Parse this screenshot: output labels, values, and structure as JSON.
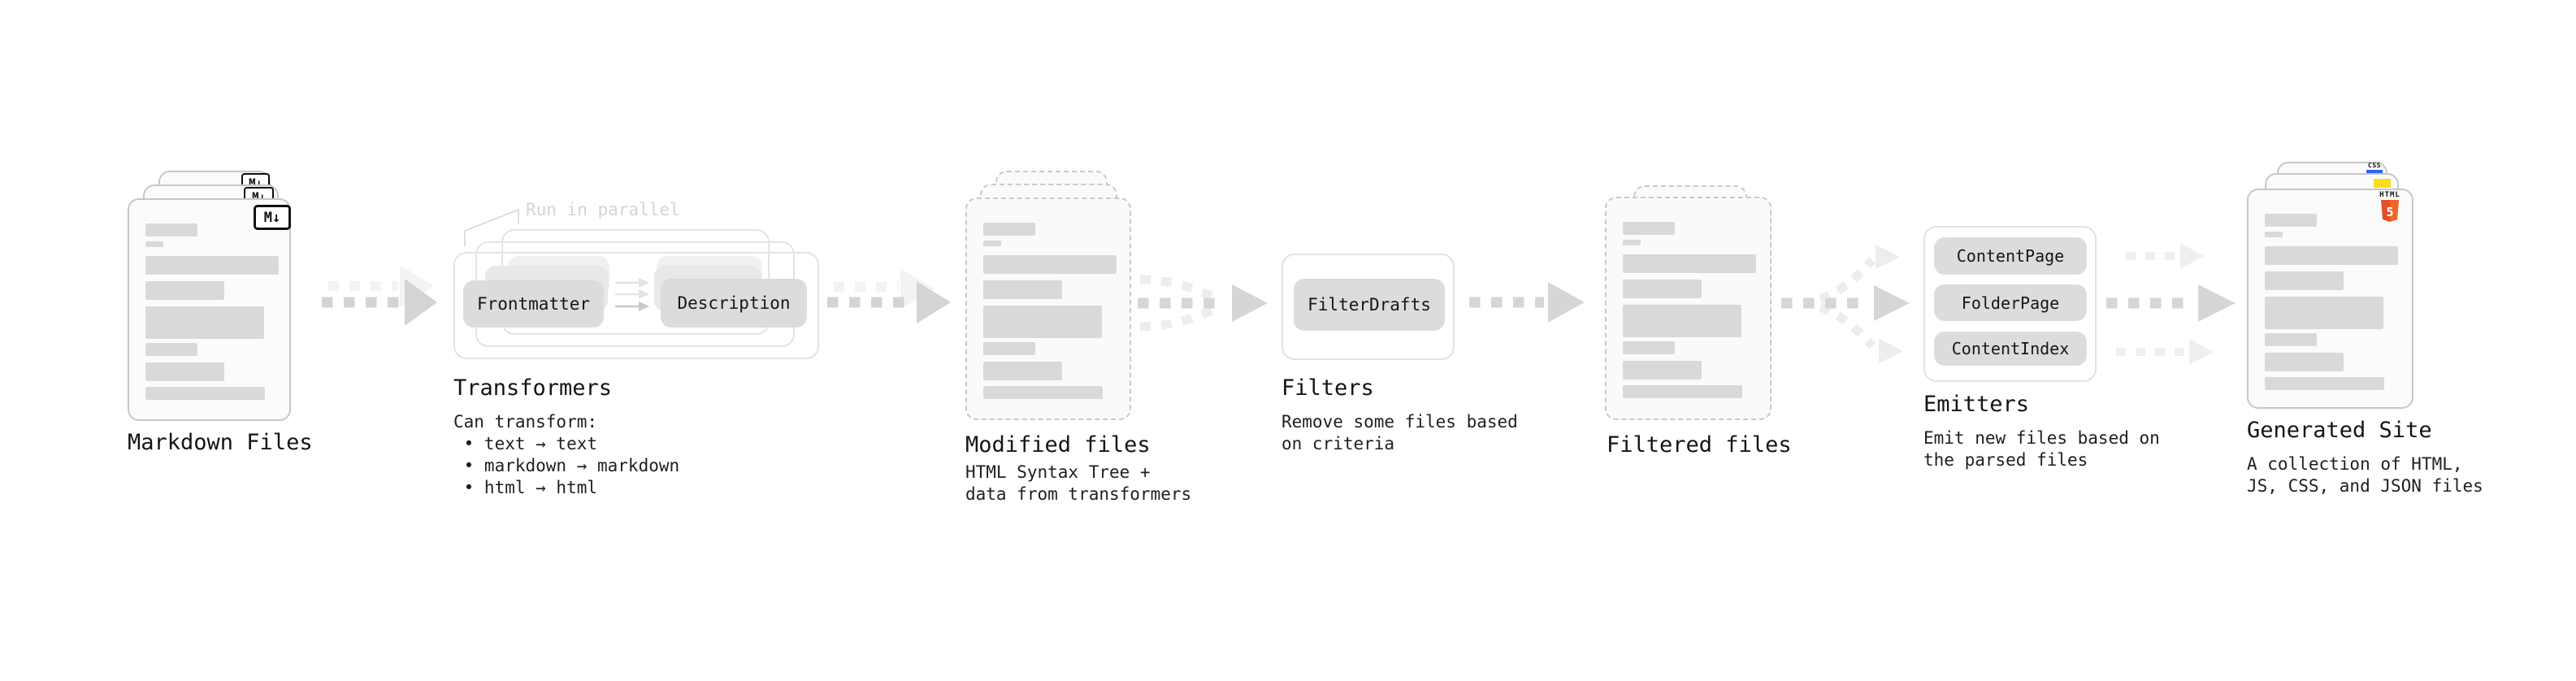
{
  "background": "#ffffff",
  "stages": {
    "markdown_files": {
      "label": "Markdown Files",
      "file_badge": "M↓"
    },
    "transformers": {
      "label": "Transformers",
      "parallel_note": "Run in parallel",
      "box_1": "Frontmatter",
      "box_2": "Description",
      "desc_1": "Can transform:",
      "desc_2": " • text → text",
      "desc_3": " • markdown → markdown",
      "desc_4": " • html → html"
    },
    "modified_files": {
      "label": "Modified files",
      "desc_1": "HTML Syntax Tree +",
      "desc_2": "data from transformers"
    },
    "filters": {
      "label": "Filters",
      "box_1": "FilterDrafts",
      "desc_1": "Remove some files based",
      "desc_2": "on criteria"
    },
    "filtered_files": {
      "label": "Filtered files"
    },
    "emitters": {
      "label": "Emitters",
      "box_1": "ContentPage",
      "box_2": "FolderPage",
      "box_3": "ContentIndex",
      "desc_1": "Emit new files based on",
      "desc_2": "the parsed files"
    },
    "generated_site": {
      "label": "Generated Site",
      "css_badge": "CSS",
      "html5_label": "HTML",
      "html5_number": "5",
      "desc_1": "A collection of HTML,",
      "desc_2": "JS, CSS, and JSON files"
    }
  },
  "colors": {
    "css_blue": "#2965f1",
    "js_yellow": "#f7df1e",
    "html5_orange": "#e44d26",
    "box_grey": "#dcdcdc",
    "arrow_grey": "#d4d4d4",
    "arrow_light": "#ededed"
  }
}
